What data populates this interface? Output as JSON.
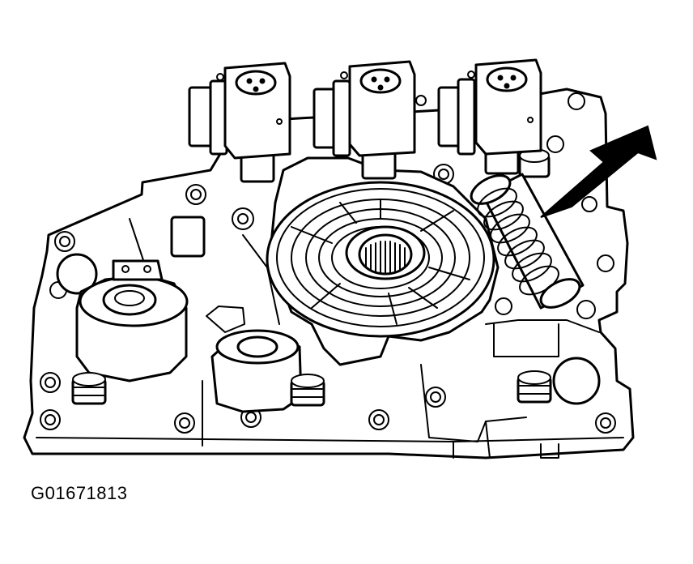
{
  "figure": {
    "code": "G01671813",
    "parts": {
      "plate": "valve-body-plate",
      "solenoids": [
        "solenoid-left",
        "solenoid-center",
        "solenoid-right"
      ],
      "hub": "center-hub",
      "spring": "spring",
      "arrow": "pointer-arrow"
    }
  }
}
